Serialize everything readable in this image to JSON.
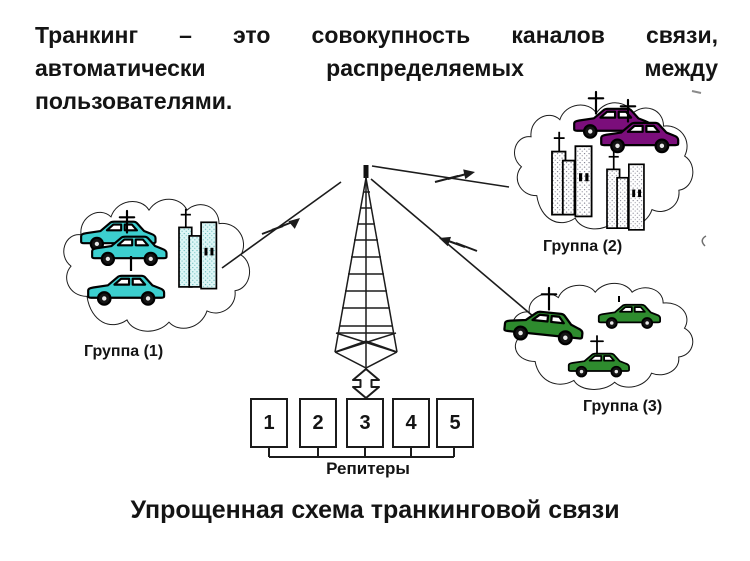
{
  "slide": {
    "background": "#ffffff",
    "heading_lines": [
      "Транкинг – это совокупность каналов связи,",
      "автоматически распределяемых между",
      "пользователями."
    ],
    "caption": "Упрощенная схема транкинговой связи",
    "groups": [
      {
        "label": "Группа (1)",
        "color": "#3CCFCF"
      },
      {
        "label": "Группа (2)",
        "color": "#7B0E7B"
      },
      {
        "label": "Группа (3)",
        "color": "#2E8B2E"
      }
    ],
    "repeaters": {
      "label": "Репитеры",
      "channels": [
        "1",
        "2",
        "3",
        "4",
        "5"
      ]
    },
    "icons": {
      "tower": "radio-tower-icon",
      "link": "lightning-arrow-icon",
      "group_boundary": "cloud-outline-icon",
      "vehicle": "car-icon",
      "city": "buildings-icon",
      "feed": "updown-arrow-icon"
    },
    "line_color": "#1c1c1c",
    "text_color": "#141414"
  }
}
